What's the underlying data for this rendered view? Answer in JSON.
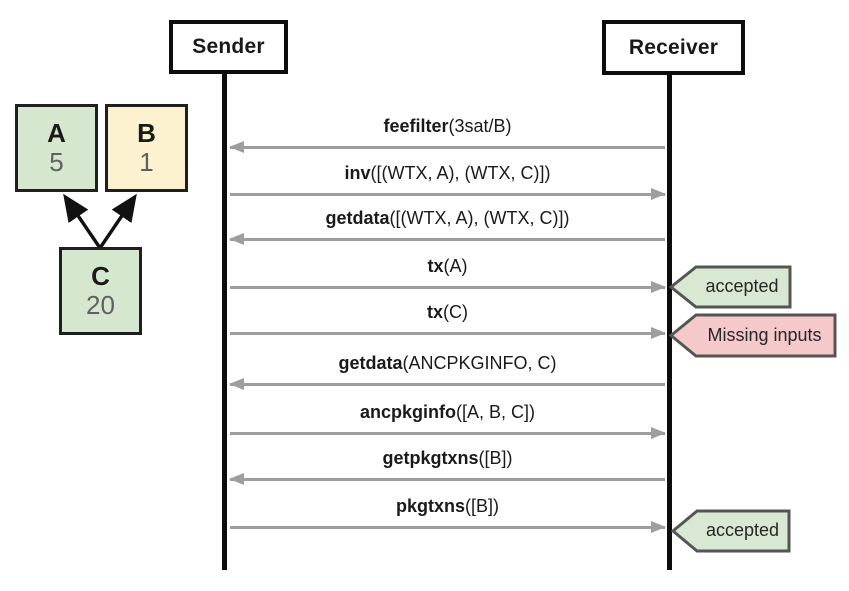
{
  "actors": {
    "sender": "Sender",
    "receiver": "Receiver"
  },
  "dag": {
    "nodes": [
      {
        "id": "A",
        "label": "A",
        "fee": "5",
        "color": "#d6e7d0"
      },
      {
        "id": "B",
        "label": "B",
        "fee": "1",
        "color": "#fcf2d0"
      },
      {
        "id": "C",
        "label": "C",
        "fee": "20",
        "color": "#d6e7d0"
      }
    ],
    "edges": [
      {
        "from": "C",
        "to": "A"
      },
      {
        "from": "C",
        "to": "B"
      }
    ]
  },
  "messages": [
    {
      "name": "feefilter",
      "args": "(3sat/B)",
      "direction": "to-sender"
    },
    {
      "name": "inv",
      "args": "([(WTX, A), (WTX, C)])",
      "direction": "to-receiver"
    },
    {
      "name": "getdata",
      "args": "([(WTX, A), (WTX, C)])",
      "direction": "to-sender"
    },
    {
      "name": "tx",
      "args": "(A)",
      "direction": "to-receiver",
      "result": "accepted"
    },
    {
      "name": "tx",
      "args": "(C)",
      "direction": "to-receiver",
      "result": "Missing inputs"
    },
    {
      "name": "getdata",
      "args": "(ANCPKGINFO, C)",
      "direction": "to-sender"
    },
    {
      "name": "ancpkginfo",
      "args": "([A, B, C])",
      "direction": "to-receiver"
    },
    {
      "name": "getpkgtxns",
      "args": "([B])",
      "direction": "to-sender"
    },
    {
      "name": "pkgtxns",
      "args": "([B])",
      "direction": "to-receiver",
      "result": "accepted"
    }
  ],
  "tags": [
    {
      "text": "accepted",
      "color": "#d9e8d2"
    },
    {
      "text": "Missing inputs",
      "color": "#f5c9c9"
    },
    {
      "text": "accepted",
      "color": "#d9e8d2"
    }
  ],
  "colors": {
    "node_green": "#d6e7d0",
    "node_cream": "#fcf2d0",
    "tag_green": "#d9e8d2",
    "tag_pink": "#f5c9c9",
    "tag_border": "#555555",
    "arrow_gray": "#9e9e9e",
    "lifeline_black": "#0d0d0d"
  }
}
